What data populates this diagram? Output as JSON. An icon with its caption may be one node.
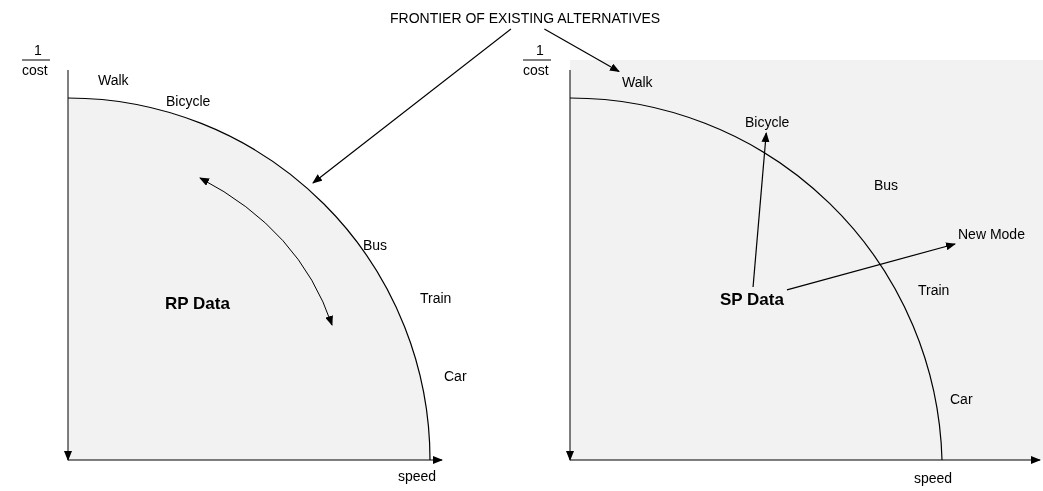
{
  "diagram": {
    "nodes": [
      {
        "text": [
          "FRONTIER OF EXISTING ALTERNATIVES"
        ]
      },
      {
        "text": [
          "RP Data"
        ]
      },
      {
        "text": [
          "SP Data"
        ]
      },
      {
        "text": [
          "Bicycle"
        ]
      },
      {
        "text": [
          "New Mode"
        ]
      },
      {
        "text": [
          "Walk"
        ]
      }
    ],
    "edges": [
      {
        "from": 0,
        "to": null,
        "arrow": "to"
      },
      {
        "from": 0,
        "to": 5,
        "arrow": "to"
      },
      {
        "from": 2,
        "to": 3,
        "arrow": "to"
      },
      {
        "from": 2,
        "to": 4,
        "arrow": "to"
      }
    ],
    "labels": [
      "1",
      "cost",
      "Walk",
      "Bicycle",
      "Bus",
      "Train",
      "Car",
      "speed",
      "1",
      "cost",
      "Bus",
      "Train",
      "Car",
      "speed"
    ]
  }
}
